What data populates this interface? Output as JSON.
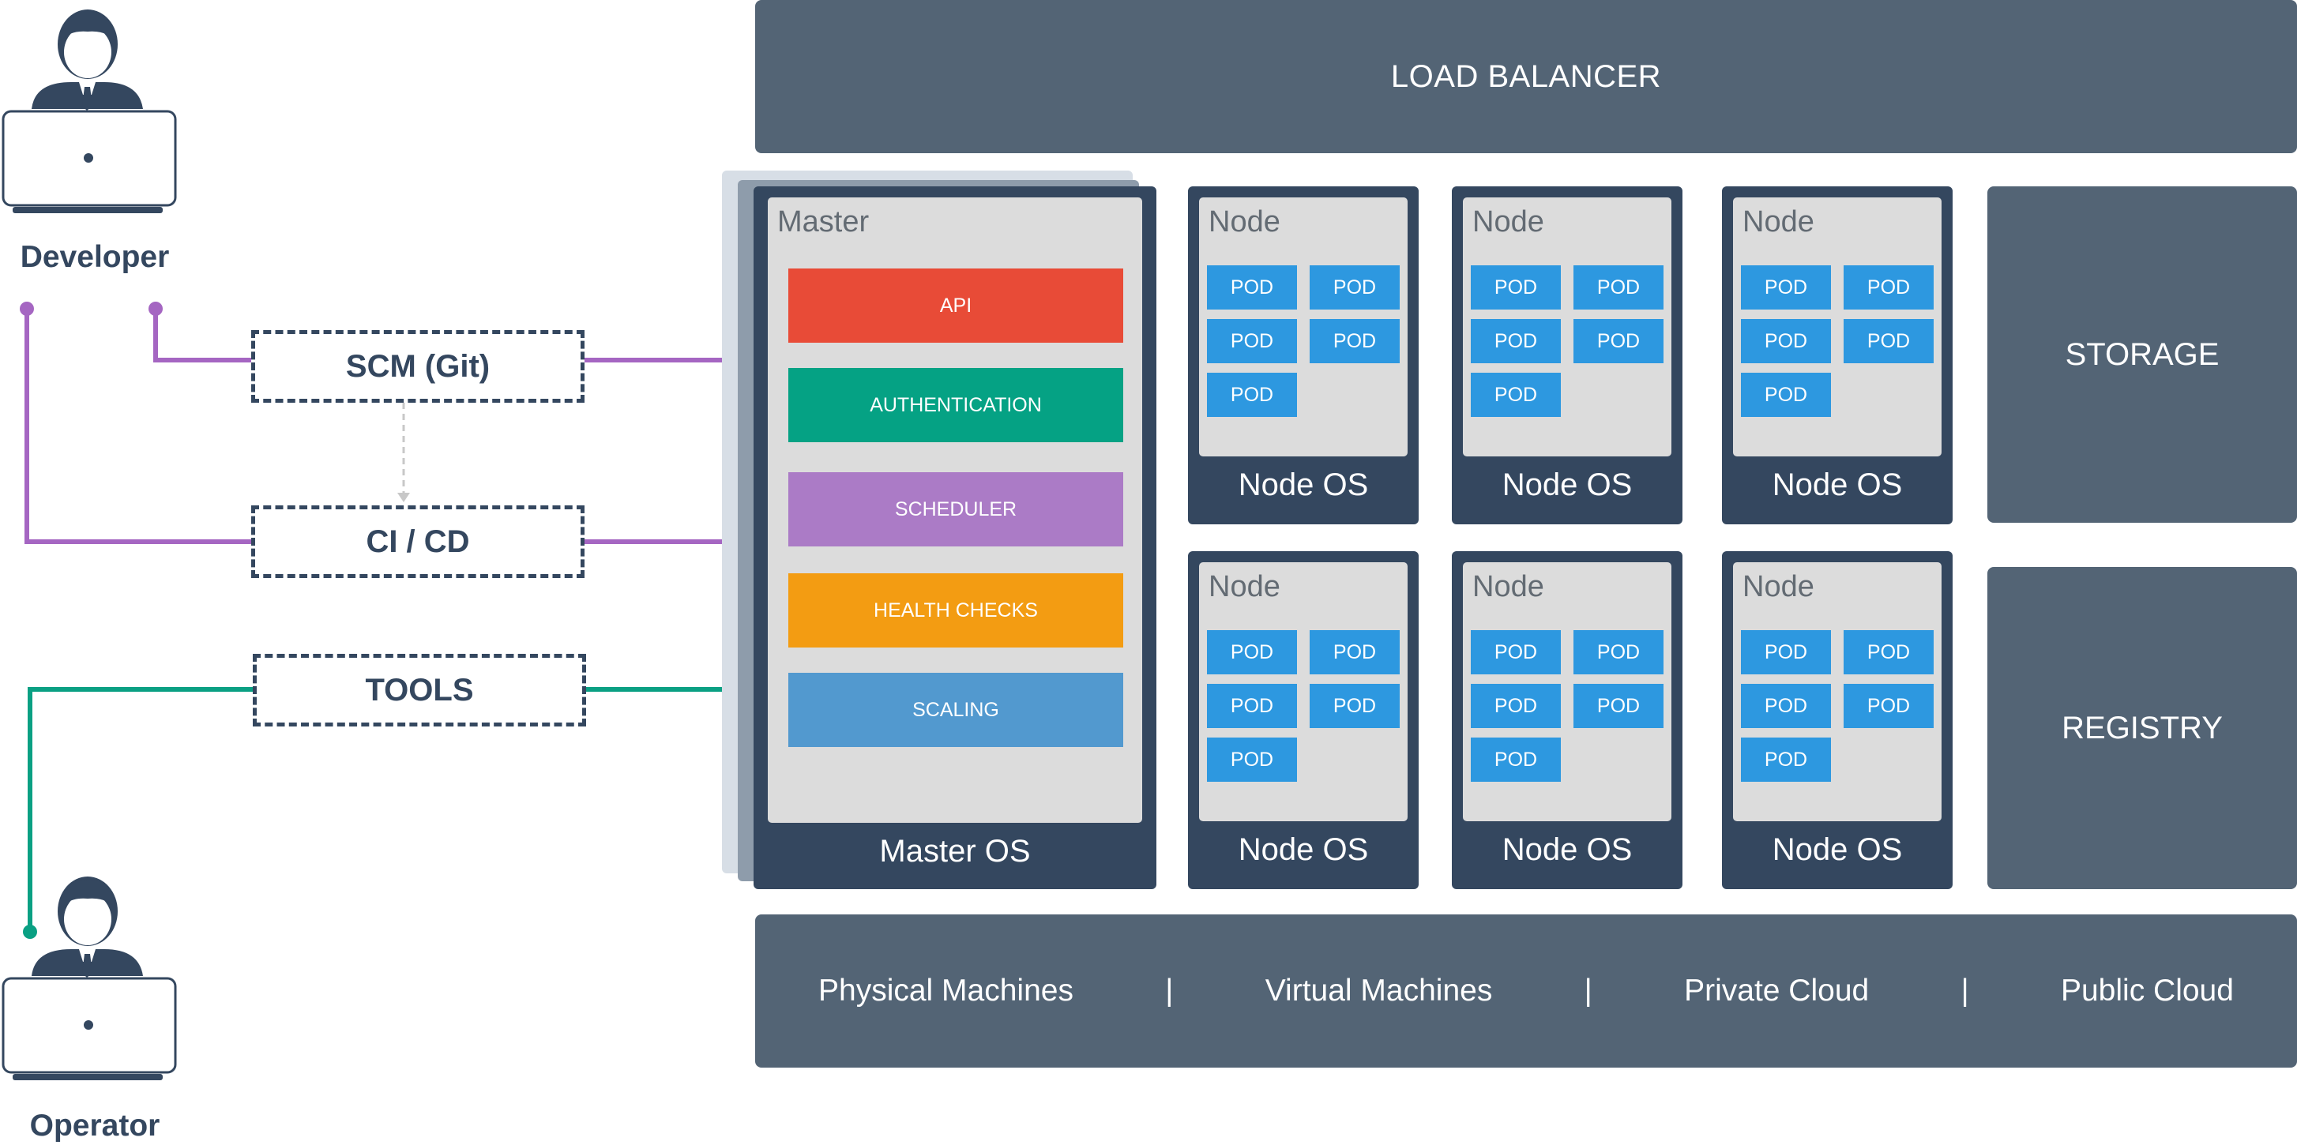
{
  "load_balancer": {
    "label": "LOAD BALANCER"
  },
  "master": {
    "title": "Master",
    "os_label": "Master OS",
    "components": [
      {
        "label": "API",
        "color": "#e84b37"
      },
      {
        "label": "AUTHENTICATION",
        "color": "#05a284"
      },
      {
        "label": "SCHEDULER",
        "color": "#ab7bc6"
      },
      {
        "label": "HEALTH CHECKS",
        "color": "#f39c12"
      },
      {
        "label": "SCALING",
        "color": "#5299cf"
      }
    ]
  },
  "nodes": [
    {
      "title": "Node",
      "os_label": "Node OS",
      "pods": [
        "POD",
        "POD",
        "POD",
        "POD",
        "POD"
      ]
    },
    {
      "title": "Node",
      "os_label": "Node OS",
      "pods": [
        "POD",
        "POD",
        "POD",
        "POD",
        "POD"
      ]
    },
    {
      "title": "Node",
      "os_label": "Node OS",
      "pods": [
        "POD",
        "POD",
        "POD",
        "POD",
        "POD"
      ]
    },
    {
      "title": "Node",
      "os_label": "Node OS",
      "pods": [
        "POD",
        "POD",
        "POD",
        "POD",
        "POD"
      ]
    },
    {
      "title": "Node",
      "os_label": "Node OS",
      "pods": [
        "POD",
        "POD",
        "POD",
        "POD",
        "POD"
      ]
    },
    {
      "title": "Node",
      "os_label": "Node OS",
      "pods": [
        "POD",
        "POD",
        "POD",
        "POD",
        "POD"
      ]
    }
  ],
  "storage": {
    "label": "STORAGE"
  },
  "registry": {
    "label": "REGISTRY"
  },
  "infrastructure": {
    "items": [
      "Physical Machines",
      "Virtual Machines",
      "Private Cloud",
      "Public Cloud"
    ],
    "separator": "|"
  },
  "pipeline": {
    "scm": "SCM (Git)",
    "cicd": "CI / CD",
    "tools": "TOOLS"
  },
  "people": {
    "developer": "Developer",
    "operator": "Operator"
  },
  "colors": {
    "dark_navy": "#34475f",
    "slate": "#536475",
    "pod_blue": "#2d98e0",
    "developer_line": "#a566c2",
    "operator_line": "#0aa083"
  }
}
